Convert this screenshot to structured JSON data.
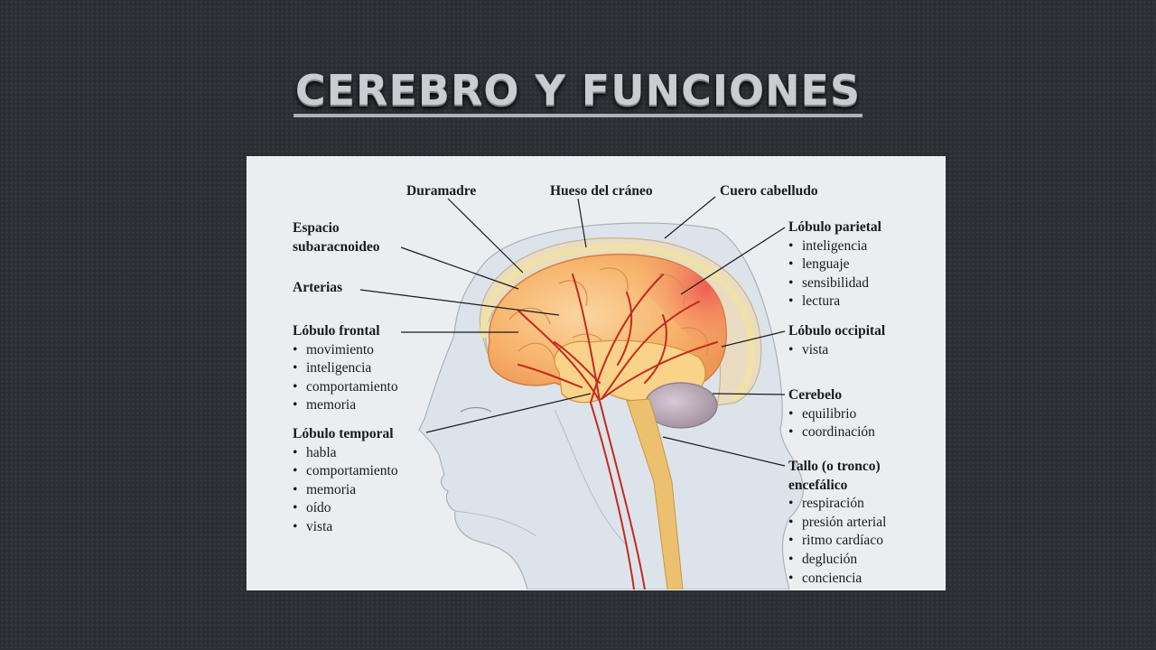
{
  "slide": {
    "title": "CEREBRO Y FUNCIONES"
  },
  "labels": {
    "duramadre": "Duramadre",
    "hueso": "Hueso del cráneo",
    "cuero": "Cuero cabelludo",
    "espacio": [
      "Espacio",
      "subaracnoideo"
    ],
    "arterias": "Arterias",
    "frontal": {
      "title": "Lóbulo frontal",
      "items": [
        "movimiento",
        "inteligencia",
        "comportamiento",
        "memoria"
      ]
    },
    "temporal": {
      "title": "Lóbulo temporal",
      "items": [
        "habla",
        "comportamiento",
        "memoria",
        "oído",
        "vista"
      ]
    },
    "parietal": {
      "title": "Lóbulo parietal",
      "items": [
        "inteligencia",
        "lenguaje",
        "sensibilidad",
        "lectura"
      ]
    },
    "occipital": {
      "title": "Lóbulo occipital",
      "items": [
        "vista"
      ]
    },
    "cerebelo": {
      "title": "Cerebelo",
      "items": [
        "equilibrio",
        "coordinación"
      ]
    },
    "tallo": {
      "title": [
        "Tallo (o tronco)",
        "encefálico"
      ],
      "items": [
        "respiración",
        "presión arterial",
        "ritmo cardíaco",
        "deglución",
        "conciencia"
      ]
    }
  },
  "colors": {
    "brain": "#f6b068",
    "parietal": "#f2605a",
    "arteries": "#c4291f",
    "cerebellum": "#b6a4b0",
    "stem": "#e8b25c",
    "background": "#2b2e33"
  }
}
